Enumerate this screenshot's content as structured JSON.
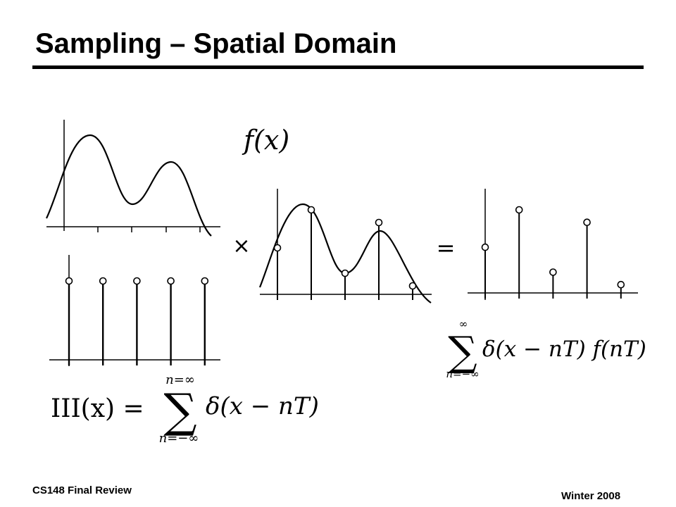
{
  "slide": {
    "title": "Sampling – Spatial Domain",
    "footer_left": "CS148 Final Review",
    "footer_right": "Winter 2008"
  },
  "equations": {
    "function_label": "f(x)",
    "multiply_symbol": "×",
    "equals_symbol": "=",
    "comb": {
      "lhs": "III(x) =",
      "upper_limit": "n=∞",
      "lower_limit": "n=−∞",
      "summation": "∑",
      "term": "δ(x − nT)"
    },
    "product": {
      "upper_limit": "∞",
      "lower_limit": "n=−∞",
      "summation": "∑",
      "term": "δ(x − nT) f(nT)"
    }
  },
  "samples": {
    "comb_heights": [
      1,
      1,
      1,
      1,
      1
    ],
    "sampled_values": [
      0.55,
      1.0,
      0.25,
      0.85,
      0.1
    ]
  }
}
